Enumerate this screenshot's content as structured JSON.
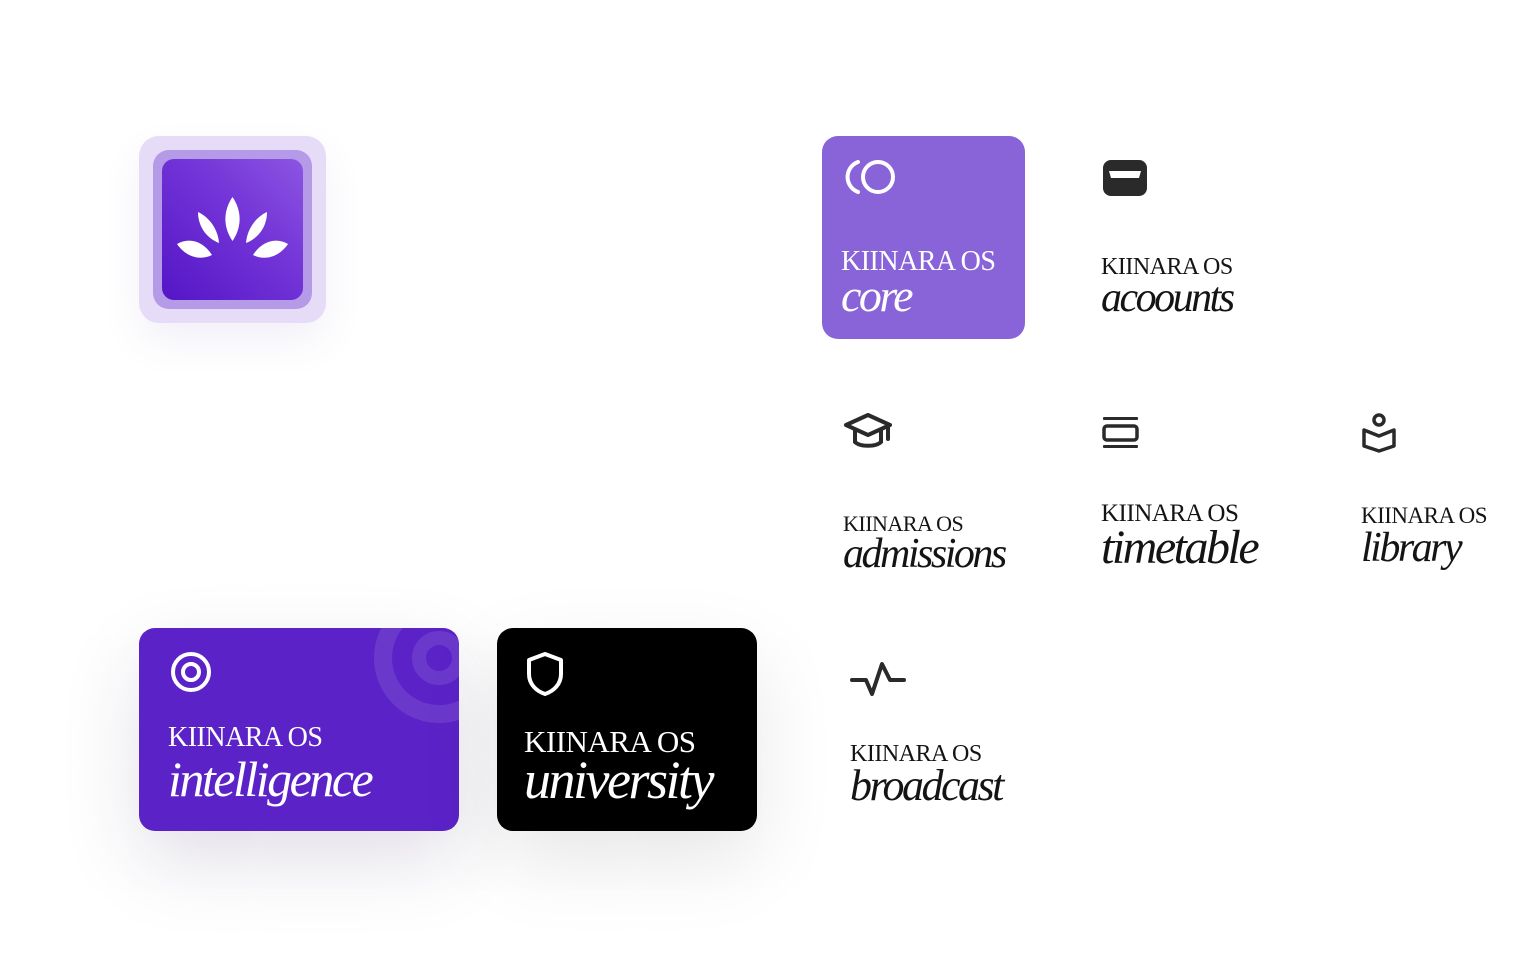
{
  "brand": {
    "kicker": "KIINARA OS",
    "colors": {
      "app_icon_gradient_start": "#5415c6",
      "app_icon_gradient_end": "#8c55e2",
      "intelligence_card": "#5b22c7",
      "university_card": "#000000",
      "core_card": "#8864d8",
      "ink": "#141414"
    }
  },
  "app_icon": {
    "icon": "lotus-icon"
  },
  "cards": {
    "intelligence": {
      "kicker": "KIINARA OS",
      "name": "intelligence",
      "icon": "target-icon"
    },
    "university": {
      "kicker": "KIINARA OS",
      "name": "university",
      "icon": "shield-icon"
    },
    "core": {
      "kicker": "KIINARA OS",
      "name": "core",
      "icon": "ring-icon"
    }
  },
  "logos": {
    "accounts": {
      "kicker": "KIINARA OS",
      "name": "acoounts",
      "icon": "wallet-icon"
    },
    "admissions": {
      "kicker": "KIINARA OS",
      "name": "admissions",
      "icon": "graduation-cap-icon"
    },
    "timetable": {
      "kicker": "KIINARA OS",
      "name": "timetable",
      "icon": "schedule-rows-icon"
    },
    "library": {
      "kicker": "KIINARA OS",
      "name": "library",
      "icon": "book-reader-icon"
    },
    "broadcast": {
      "kicker": "KIINARA OS",
      "name": "broadcast",
      "icon": "pulse-icon"
    }
  }
}
